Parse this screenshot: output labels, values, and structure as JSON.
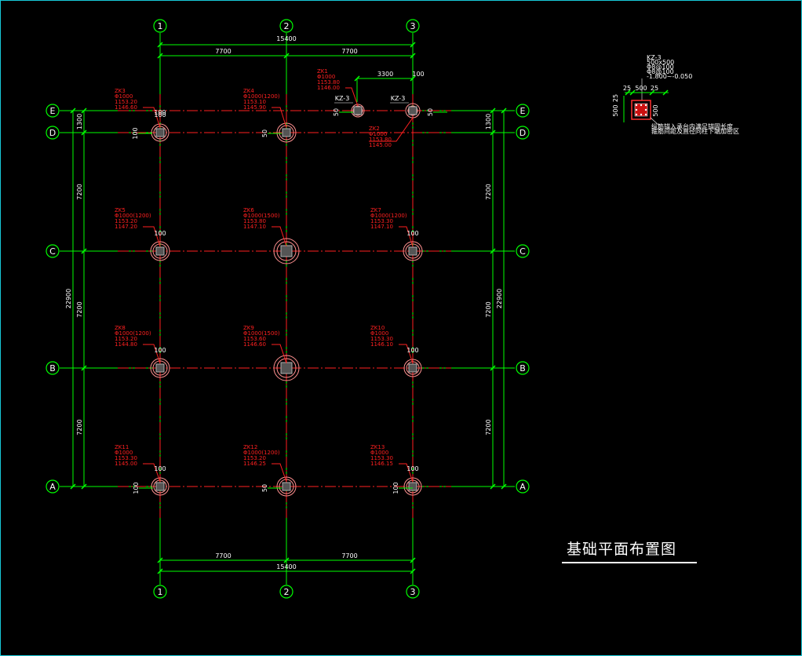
{
  "drawing": {
    "title": "基础平面布置图",
    "colors": {
      "background": "#000000",
      "frame": "#18c8d8",
      "grid_line": "#00ff00",
      "axis_line": "#ff2020",
      "pile_text": "#ff2020",
      "pile_circle": "#ff9090",
      "column": "#b0b0b0",
      "text": "#ffffff"
    }
  },
  "axes": {
    "columns": [
      "1",
      "2",
      "3"
    ],
    "rows": [
      "E",
      "D",
      "C",
      "B",
      "A"
    ]
  },
  "dimensions": {
    "top_spans": [
      "7700",
      "7700"
    ],
    "top_total": "15400",
    "bottom_spans": [
      "7700",
      "7700"
    ],
    "bottom_total": "15400",
    "left_spans": [
      "1300",
      "7200",
      "7200",
      "7200"
    ],
    "left_total": "22900",
    "right_spans": [
      "1300",
      "7200",
      "7200",
      "7200"
    ],
    "right_total": "22900",
    "offset_3300": "3300",
    "offset_100": "100"
  },
  "piles": [
    {
      "id": "ZK1",
      "lines": [
        "ZK1",
        "Φ1000",
        "1153.80",
        "1146.00"
      ]
    },
    {
      "id": "ZK2",
      "lines": [
        "ZK2",
        "Φ1000",
        "1153.80",
        "1145.00"
      ]
    },
    {
      "id": "ZK3",
      "lines": [
        "ZK3",
        "Φ1000",
        "1153.20",
        "1146.60"
      ]
    },
    {
      "id": "ZK4",
      "lines": [
        "ZK4",
        "Φ1000(1200)",
        "1153.10",
        "1145.90"
      ]
    },
    {
      "id": "ZK5",
      "lines": [
        "ZK5",
        "Φ1000(1200)",
        "1153.20",
        "1147.20"
      ]
    },
    {
      "id": "ZK6",
      "lines": [
        "ZK6",
        "Φ1000(1500)",
        "1153.80",
        "1147.10"
      ]
    },
    {
      "id": "ZK7",
      "lines": [
        "ZK7",
        "Φ1000(1200)",
        "1153.30",
        "1147.10"
      ]
    },
    {
      "id": "ZK8",
      "lines": [
        "ZK8",
        "Φ1000(1200)",
        "1153.20",
        "1144.80"
      ]
    },
    {
      "id": "ZK9",
      "lines": [
        "ZK9",
        "Φ1000(1500)",
        "1153.60",
        "1146.60"
      ]
    },
    {
      "id": "ZK10",
      "lines": [
        "ZK10",
        "Φ1000",
        "1153.30",
        "1146.10"
      ]
    },
    {
      "id": "ZK11",
      "lines": [
        "ZK11",
        "Φ1000",
        "1153.30",
        "1145.00"
      ]
    },
    {
      "id": "ZK12",
      "lines": [
        "ZK12",
        "Φ1000(1200)",
        "1153.20",
        "1146.25"
      ]
    },
    {
      "id": "ZK13",
      "lines": [
        "ZK13",
        "Φ1000",
        "1153.30",
        "1146.15"
      ]
    }
  ],
  "annotations": {
    "offset_100": "100",
    "offset_50": "50",
    "kz3": "KZ-3"
  },
  "detail": {
    "name": "KZ-3",
    "lines": [
      "KZ-3",
      "500x500",
      "Φ8@100",
      "Φ8@100",
      "-1.800~-0.050"
    ],
    "dim_top": [
      "25",
      "500",
      "25"
    ],
    "dim_left": [
      "500",
      "25"
    ],
    "dim_right": "500",
    "note_lines": [
      "纵筋锚入承台内满足锚固长度",
      "箍筋间距及直径同柱下端加密区"
    ]
  }
}
